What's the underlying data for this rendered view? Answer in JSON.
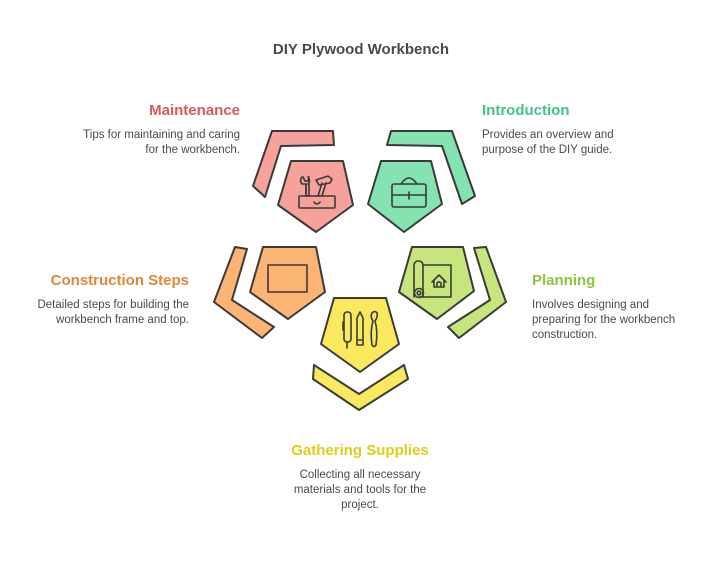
{
  "title": "DIY Plywood Workbench",
  "colors": {
    "maintenance": "#F7A19B",
    "introduction": "#83E3B1",
    "construction": "#FBB474",
    "planning": "#C6E57D",
    "gathering": "#FAE95F",
    "stroke": "#3a3a3a",
    "text": "#4a4a4a"
  },
  "steps": [
    {
      "id": "maintenance",
      "label": "Maintenance",
      "description_lines": [
        "Tips for maintaining and caring",
        "for the workbench."
      ],
      "icon": "toolbox-wrench-hammer-icon",
      "label_color": "#D9585A"
    },
    {
      "id": "introduction",
      "label": "Introduction",
      "description_lines": [
        "Provides an overview and",
        "purpose of the DIY guide."
      ],
      "icon": "briefcase-icon",
      "label_color": "#3FC486"
    },
    {
      "id": "construction",
      "label": "Construction Steps",
      "description_lines": [
        "Detailed steps for building the",
        "workbench frame and top."
      ],
      "icon": "rectangle-panel-icon",
      "label_color": "#E0873A"
    },
    {
      "id": "planning",
      "label": "Planning",
      "description_lines": [
        "Involves designing and",
        "preparing for the workbench",
        "construction."
      ],
      "icon": "blueprint-house-icon",
      "label_color": "#8DC43E"
    },
    {
      "id": "gathering",
      "label": "Gathering Supplies",
      "description_lines": [
        "Collecting all necessary",
        "materials and tools for the",
        "project."
      ],
      "icon": "pen-pencil-brush-icon",
      "label_color": "#E2CC1A"
    }
  ]
}
